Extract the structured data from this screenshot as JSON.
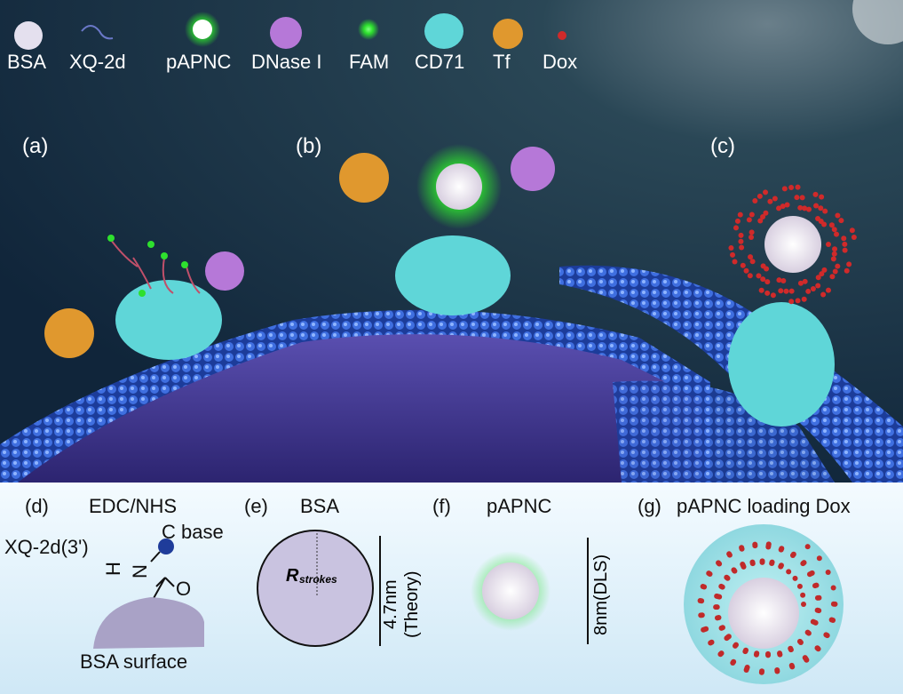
{
  "legend": [
    {
      "label": "BSA",
      "icon": "bsa-icon",
      "color": "#e4e0ee"
    },
    {
      "label": "XQ-2d",
      "icon": "aptamer-icon",
      "color": "#6a78c8"
    },
    {
      "label": "pAPNC",
      "icon": "papnc-icon",
      "color": "#ffffff"
    },
    {
      "label": "DNase I",
      "icon": "dnase-icon",
      "color": "#b678d8"
    },
    {
      "label": "FAM",
      "icon": "fam-icon",
      "color": "#2ee02e"
    },
    {
      "label": "CD71",
      "icon": "cd71-icon",
      "color": "#5fd6d8"
    },
    {
      "label": "Tf",
      "icon": "tf-icon",
      "color": "#e0982e"
    },
    {
      "label": "Dox",
      "icon": "dox-icon",
      "color": "#d02a2a"
    }
  ],
  "top_panels": {
    "a": "(a)",
    "b": "(b)",
    "c": "(c)"
  },
  "panel_d": {
    "label": "(d)",
    "title": "EDC/NHS",
    "strand": "XQ-2d(3')",
    "base": "C base",
    "surface": "BSA surface",
    "atom_h": "H",
    "atom_n": "N",
    "atom_o": "O"
  },
  "panel_e": {
    "label": "(e)",
    "title": "BSA",
    "radius": "R",
    "radius_sub": "strokes",
    "size": "4.7nm",
    "size_note": "(Theory)"
  },
  "panel_f": {
    "label": "(f)",
    "title": "pAPNC",
    "size": "8nm(DLS)"
  },
  "panel_g": {
    "label": "(g)",
    "title": "pAPNC loading Dox"
  }
}
